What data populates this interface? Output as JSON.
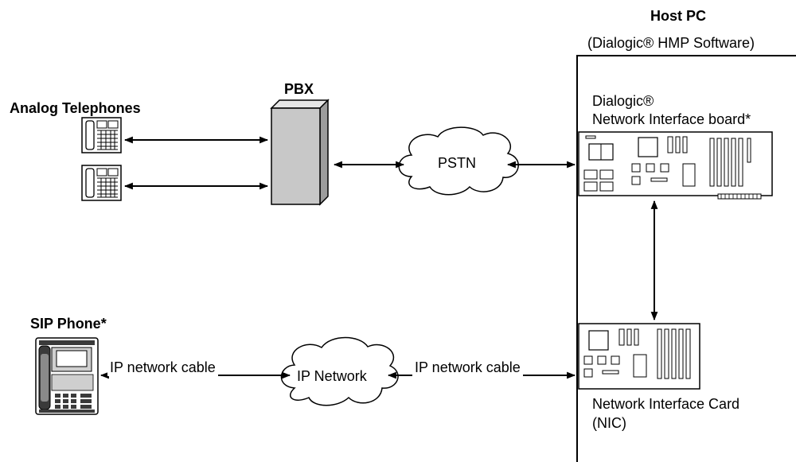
{
  "host": {
    "title": "Host PC",
    "subtitle": "(Dialogic® HMP Software)"
  },
  "pbx": {
    "label": "PBX"
  },
  "analog": {
    "label": "Analog Telephones"
  },
  "pstn": {
    "label": "PSTN"
  },
  "board": {
    "line1": "Dialogic®",
    "line2": "Network Interface board*"
  },
  "sip": {
    "label": "SIP Phone*"
  },
  "ip_network": {
    "label": "IP Network"
  },
  "cable_left": {
    "label": "IP network cable"
  },
  "cable_right": {
    "label": "IP network cable"
  },
  "nic": {
    "line1": "Network Interface Card",
    "line2": "(NIC)"
  },
  "colors": {
    "pbx_fill": "#c8c8c8",
    "pbx_top": "#e6e6e6",
    "pbx_side": "#9c9c9c",
    "phone_dark": "#3a3a3a",
    "line": "#000000"
  },
  "icons": [
    "analog-telephone-icon",
    "sip-phone-icon",
    "pbx-icon",
    "cloud-icon",
    "circuit-board-icon"
  ]
}
